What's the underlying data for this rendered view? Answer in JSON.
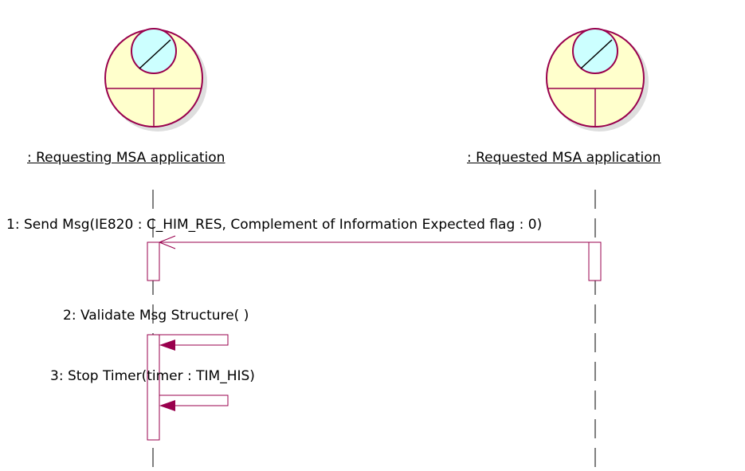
{
  "diagram": {
    "actors": [
      {
        "name": ": Requesting MSA application"
      },
      {
        "name": ": Requested MSA application"
      }
    ],
    "messages": [
      {
        "label": "1: Send Msg(IE820 : C_HIM_RES, Complement of Information Expected flag : 0)"
      },
      {
        "label": "2: Validate Msg Structure( )"
      },
      {
        "label": "3: Stop Timer(timer : TIM_HIS)"
      }
    ]
  },
  "colors": {
    "actor_fill": "#FFFFCC",
    "actor_stroke": "#99004D",
    "lens_fill": "#CCFFFF",
    "arrow": "#99004D",
    "shadow": "#C8C8C8"
  }
}
